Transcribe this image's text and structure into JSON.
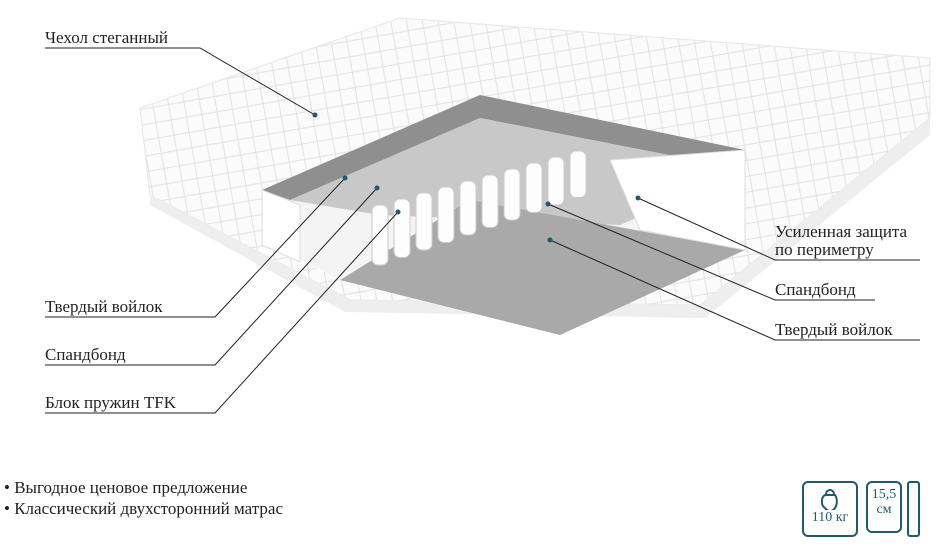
{
  "labels": {
    "cover": "Чехол стеганный",
    "felt_left": "Твердый войлок",
    "spunbond_left": "Спандбонд",
    "spring_block": "Блок пружин TFK",
    "perimeter_line1": "Усиленная защита",
    "perimeter_line2": "по периметру",
    "spunbond_right": "Спандбонд",
    "felt_right": "Твердый войлок"
  },
  "features": [
    "Выгодное ценовое предложение",
    "Классический двухсторонний матрас"
  ],
  "specs": {
    "max_load": "110 кг",
    "height_value": "15,5",
    "height_unit": "см"
  },
  "colors": {
    "accent": "#1f5a70",
    "leader": "#222222",
    "felt": "#a9a9a9"
  }
}
